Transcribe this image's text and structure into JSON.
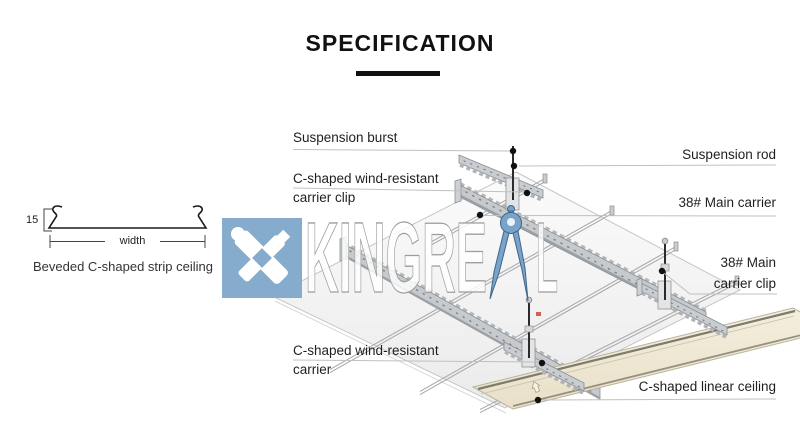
{
  "title": "SPECIFICATION",
  "profile": {
    "height_dim": "15",
    "width_dim": "width",
    "caption": "Beveded C-shaped strip ceiling"
  },
  "watermark": {
    "brand_prefix": "KINGRE",
    "brand_suffix": "L",
    "icons": [
      "crossed-tools-icon",
      "compass-icon"
    ],
    "logo_blue": "#85abcd",
    "compass_blue": "#7aa3c9"
  },
  "callouts": {
    "suspension_burst": {
      "text": "Suspension burst"
    },
    "suspension_rod": {
      "text": "Suspension rod"
    },
    "wind_clip": {
      "line1": "C-shaped wind-resistant",
      "line2": "carrier clip"
    },
    "main_carrier": {
      "text": "38# Main carrier"
    },
    "main_carrier_clip": {
      "line1": "38# Main",
      "line2": "carrier clip"
    },
    "wind_carrier": {
      "line1": "C-shaped wind-resistant",
      "line2": "carrier"
    },
    "linear_ceiling": {
      "text": "C-shaped linear ceiling"
    }
  },
  "colors": {
    "carrier_gray": "#c6cacd",
    "panel_beige": "#f2ecda",
    "leader_line": "#c0c0c0",
    "text": "#1f1f1f"
  }
}
